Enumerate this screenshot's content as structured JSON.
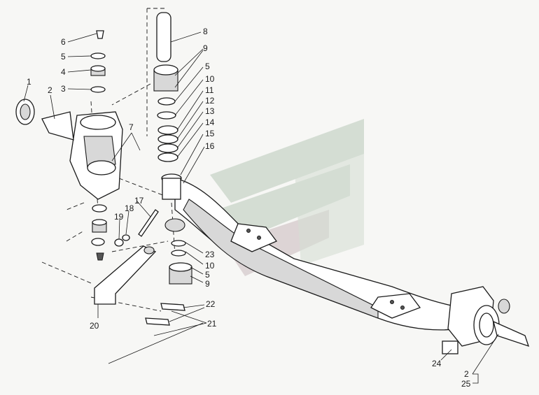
{
  "diagram": {
    "callouts": [
      "1",
      "2",
      "3",
      "4",
      "5",
      "6",
      "7",
      "8",
      "9",
      "5",
      "10",
      "11",
      "12",
      "13",
      "14",
      "15",
      "16",
      "17",
      "18",
      "19",
      "20",
      "21",
      "22",
      "23",
      "10",
      "5",
      "9",
      "24",
      "2",
      "25"
    ],
    "watermark_colors": [
      "#b9c9b9",
      "#c9b9bb"
    ],
    "line_color": "#1a1a1a"
  }
}
